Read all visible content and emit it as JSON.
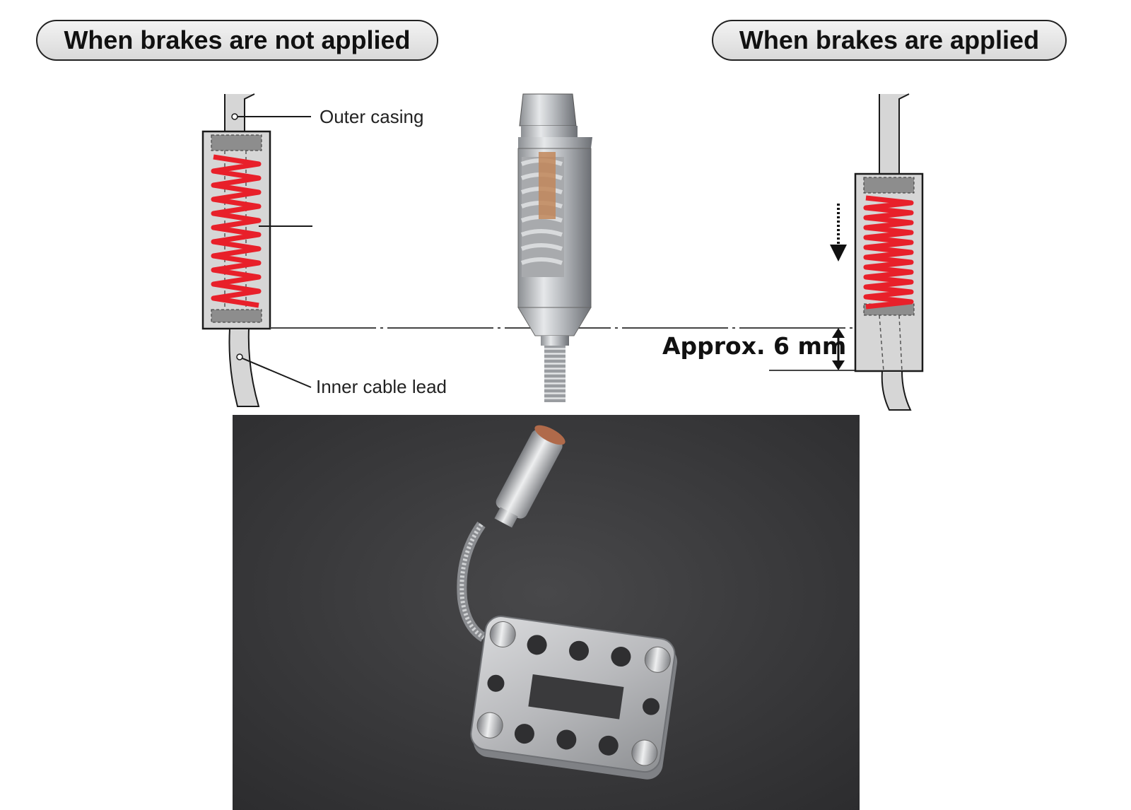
{
  "headers": {
    "not_applied": "When brakes are not applied",
    "applied": "When brakes are applied"
  },
  "labels": {
    "outer_casing": "Outer casing",
    "inner_cable_lead": "Inner cable lead",
    "dimension": "Approx. 6 mm"
  },
  "colors": {
    "spring_red": "#e8202a",
    "outline": "#1a1a1a",
    "casing_gray": "#d6d6d6",
    "background_dark": "#3a3a3c"
  },
  "icons": [
    "down-arrow-icon",
    "double-arrow-icon"
  ]
}
